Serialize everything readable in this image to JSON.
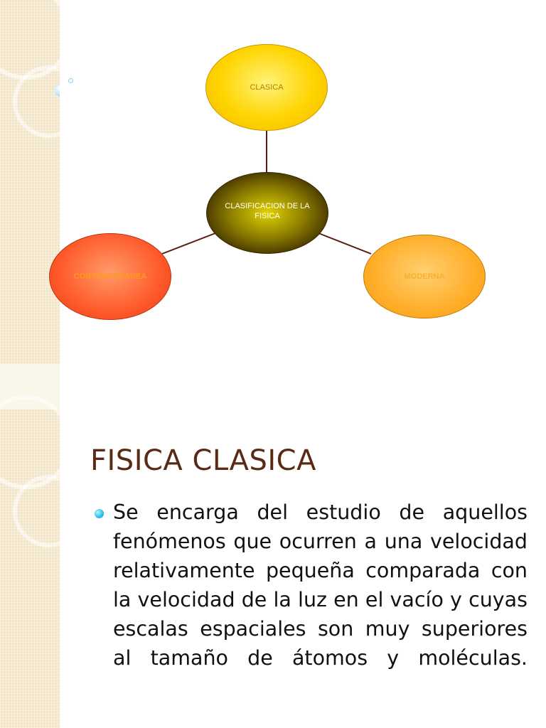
{
  "diagram": {
    "center": "CLASIFICACION DE LA FISICA",
    "top": "CLASICA",
    "left": "CONTEMPORANEA",
    "right": "MODERNA"
  },
  "slide": {
    "title": "FISICA CLASICA",
    "bullet": "Se encarga del estudio de aquellos fenómenos que ocurren a una velocidad relativamente pequeña comparada con la velocidad de la luz en el vacío y cuyas escalas espaciales son muy superiores al tamaño de átomos y moléculas."
  },
  "colors": {
    "title": "#5a2a14",
    "accent_bullet": "#2fc6e8",
    "band": "#f3e6c8"
  }
}
